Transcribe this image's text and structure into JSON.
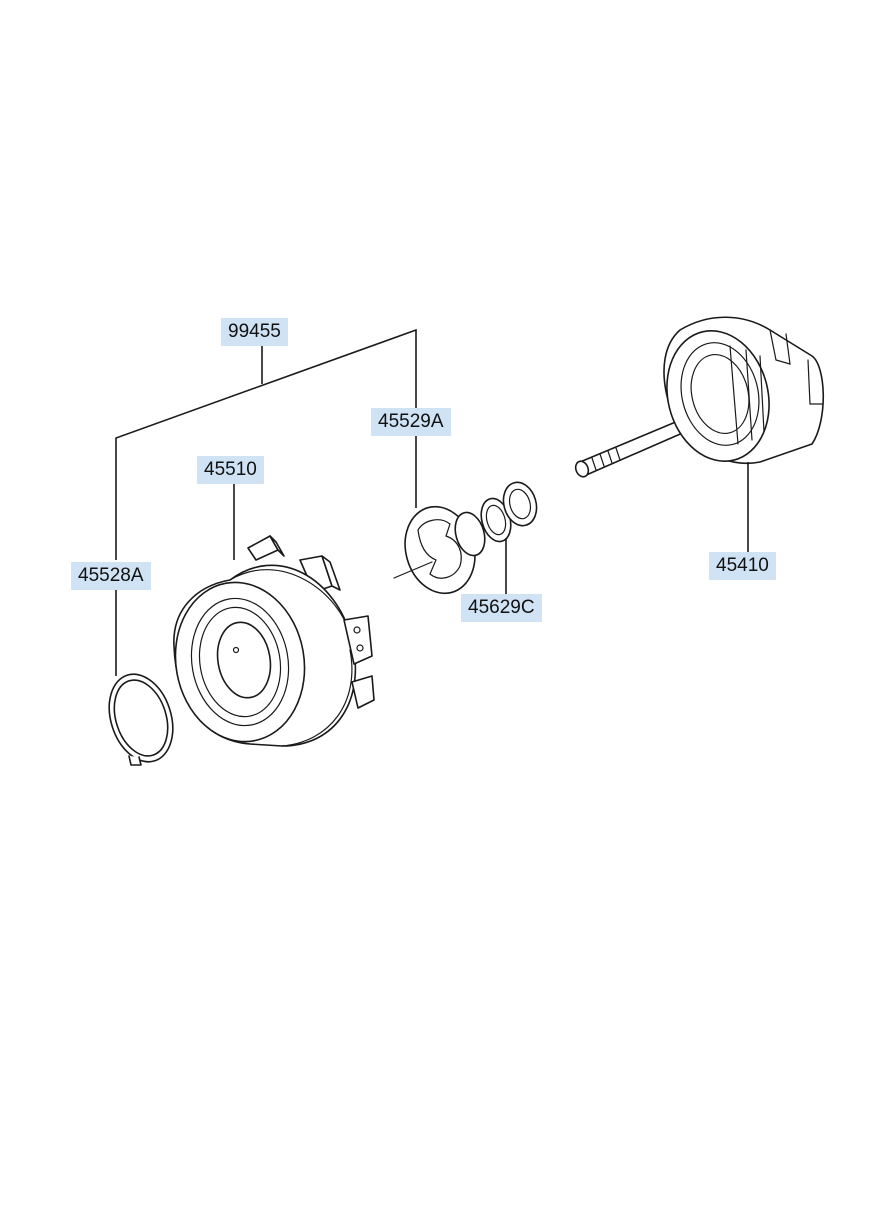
{
  "colors": {
    "callout_bg": "#cfe3f5",
    "line": "#1a1a1a",
    "background": "#ffffff"
  },
  "callouts": [
    {
      "id": "99455",
      "label": "99455"
    },
    {
      "id": "45529A",
      "label": "45529A"
    },
    {
      "id": "45510",
      "label": "45510"
    },
    {
      "id": "45528A",
      "label": "45528A"
    },
    {
      "id": "45629C",
      "label": "45629C"
    },
    {
      "id": "45410",
      "label": "45410"
    }
  ]
}
